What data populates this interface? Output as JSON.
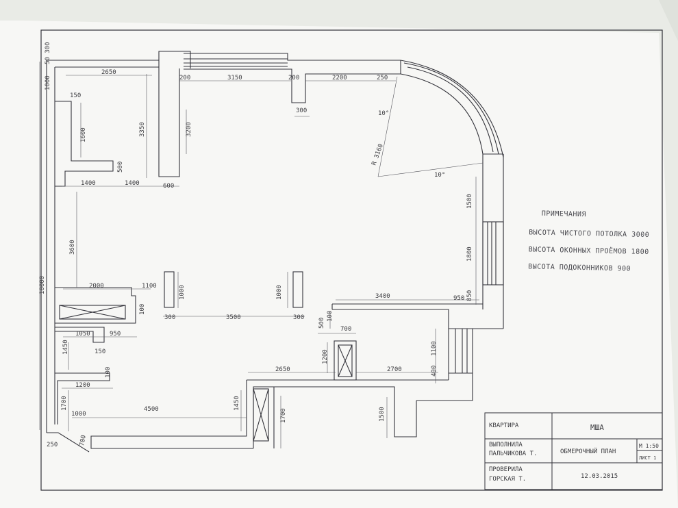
{
  "notes": {
    "heading": "ПРИМЕЧАНИЯ",
    "line1": "ВЫСОТА ЧИСТОГО ПОТОЛКА 3000",
    "line2": "ВЫСОТА ОКОННЫХ ПРОЁМОВ 1800",
    "line3": "ВЫСОТА ПОДОКОННИКОВ 900"
  },
  "title_block": {
    "object_label": "КВАРТИРА",
    "school": "МША",
    "performed_by": "ВЫПОЛНИЛА",
    "performer_name": "ПАЛЬЧИКОВА Т.",
    "drawing_title": "ОБМЕРОЧНЫЙ ПЛАН",
    "scale": "М 1:50",
    "sheet": "ЛИСТ 1",
    "checked_by": "ПРОВЕРИЛА",
    "checker_name": "ГОРСКАЯ Т.",
    "date": "12.03.2015"
  },
  "dimensions": {
    "top_left_width": "2650",
    "top_mid_width": "3150",
    "top_pier_left": "200",
    "top_pier_right": "200",
    "top_right_width": "2200",
    "top_right_small": "250",
    "pier_300": "300",
    "angle_top": "10°",
    "angle_bottom": "10°",
    "radius": "R 3160",
    "left_vert_1000": "1000",
    "left_vert_5030": "50 300",
    "left_vert_150": "150",
    "left_vert_1600": "1600",
    "left_vert_3350": "3350",
    "left_vert_3200": "3200",
    "left_vert_500": "500",
    "row_1400_a": "1400",
    "row_1400_b": "1400",
    "row_600": "600",
    "right_vert_1500": "1500",
    "right_vert_1800": "1800",
    "right_vert_850": "850",
    "left_vert_3600": "3600",
    "total_10000": "10000",
    "row_2000": "2000",
    "row_1100": "1100",
    "col_1000_a": "1000",
    "col_1000_b": "1000",
    "row_3400": "3400",
    "row_950_right": "950",
    "small_100_left": "100",
    "row_300_a": "300",
    "row_3500": "3500",
    "row_300_b": "300",
    "vert_500": "500",
    "vert_100": "100",
    "row_700": "700",
    "row_1050": "1050",
    "row_950": "950",
    "vert_1450_left": "1450",
    "small_150": "150",
    "vert_1100_right": "1100",
    "vert_1200": "1200",
    "row_2650_bottom": "2650",
    "row_2700": "2700",
    "vert_400": "400",
    "small_100_b": "100",
    "row_1200_left": "1200",
    "vert_1700_left": "1700",
    "row_1000_bottom": "1000",
    "row_4500": "4500",
    "vert_1450_mid": "1450",
    "vert_1700_mid": "1700",
    "vert_1500_bottom": "1500",
    "corner_250": "250",
    "corner_700": "700"
  }
}
